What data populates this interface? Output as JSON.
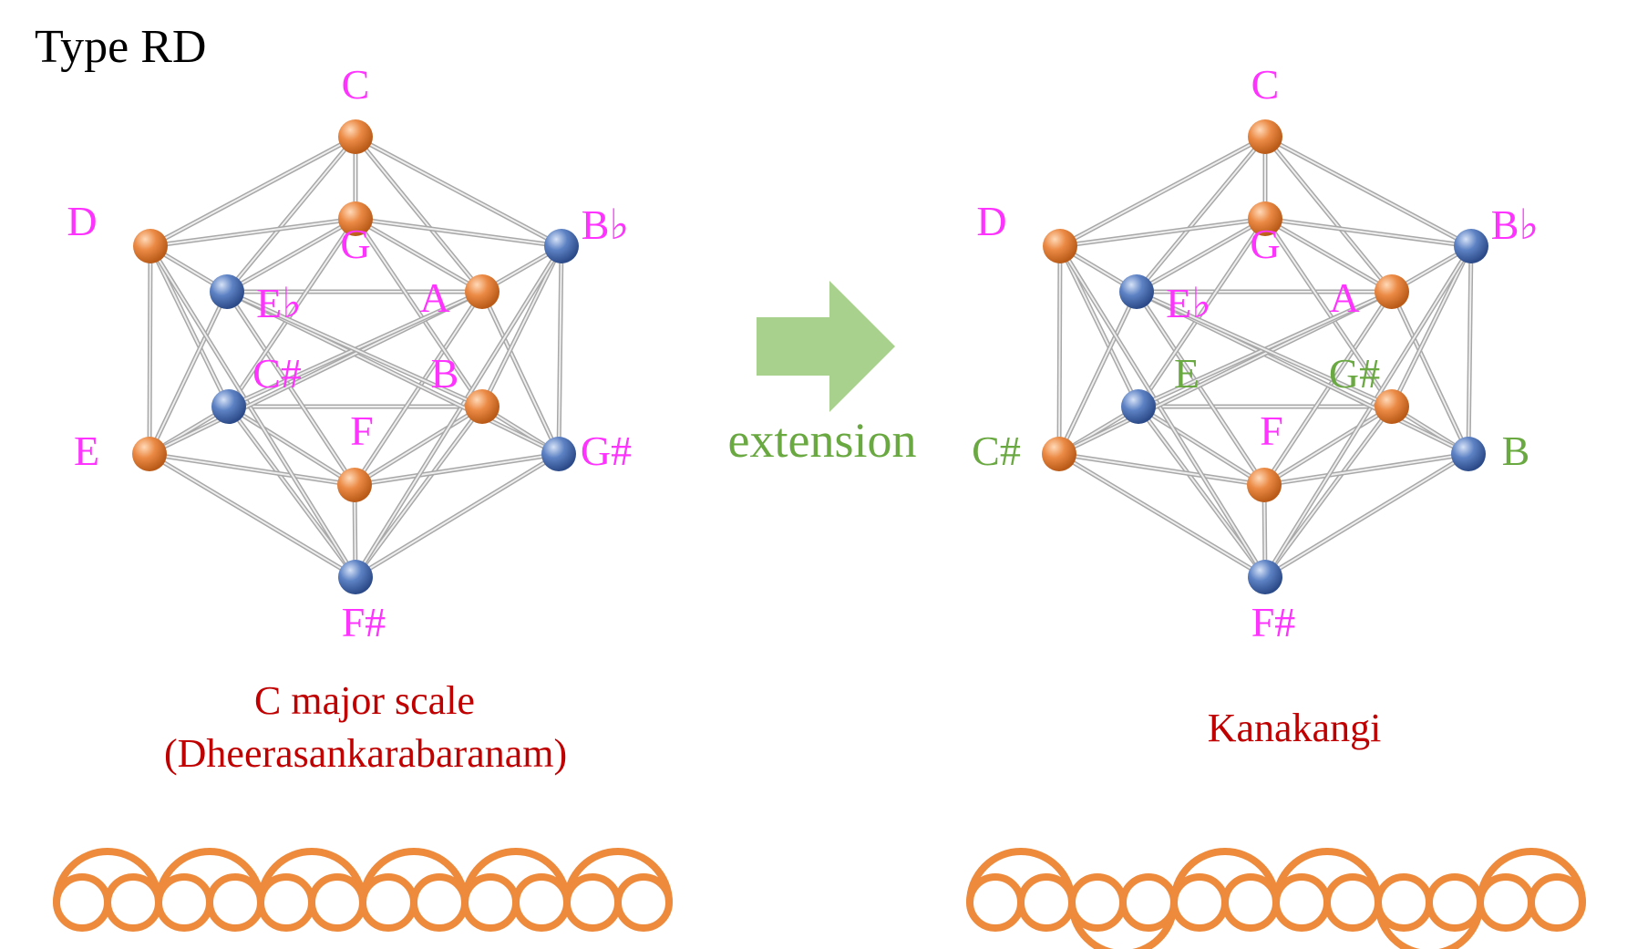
{
  "title": "Type RD",
  "arrow_label": "extension",
  "colors": {
    "pink": "#ff33ff",
    "green": "#6aa842",
    "orange_node": "#e07a30",
    "blue_node": "#4a6fb0",
    "edge": "#a8a8a8",
    "caption": "#c00000",
    "arrow": "#a9d18e",
    "ring": "#ed8a3c"
  },
  "left": {
    "caption_lines": [
      "C major scale",
      "(Dheerasankarabaranam)"
    ],
    "nodes": [
      {
        "id": "C",
        "color": "orange",
        "label": "C",
        "label_color": "pink"
      },
      {
        "id": "D",
        "color": "orange",
        "label": "D",
        "label_color": "pink"
      },
      {
        "id": "Bb",
        "color": "blue",
        "label": "B♭",
        "label_color": "pink"
      },
      {
        "id": "G",
        "color": "orange",
        "label": "G",
        "label_color": "pink"
      },
      {
        "id": "Eb",
        "color": "blue",
        "label": "E♭",
        "label_color": "pink"
      },
      {
        "id": "A",
        "color": "orange",
        "label": "A",
        "label_color": "pink"
      },
      {
        "id": "Cs",
        "color": "blue",
        "label": "C#",
        "label_color": "pink"
      },
      {
        "id": "B",
        "color": "orange",
        "label": "B",
        "label_color": "pink"
      },
      {
        "id": "E",
        "color": "orange",
        "label": "E",
        "label_color": "pink"
      },
      {
        "id": "Gs",
        "color": "blue",
        "label": "G#",
        "label_color": "pink"
      },
      {
        "id": "F",
        "color": "orange",
        "label": "F",
        "label_color": "pink"
      },
      {
        "id": "Fs",
        "color": "blue",
        "label": "F#",
        "label_color": "pink"
      }
    ],
    "rings": {
      "count": 6,
      "pattern": "upper"
    }
  },
  "right": {
    "caption_lines": [
      "Kanakangi"
    ],
    "nodes": [
      {
        "id": "C",
        "color": "orange",
        "label": "C",
        "label_color": "pink"
      },
      {
        "id": "D",
        "color": "orange",
        "label": "D",
        "label_color": "pink"
      },
      {
        "id": "Bb",
        "color": "blue",
        "label": "B♭",
        "label_color": "pink"
      },
      {
        "id": "G",
        "color": "orange",
        "label": "G",
        "label_color": "pink"
      },
      {
        "id": "Eb",
        "color": "blue",
        "label": "E♭",
        "label_color": "pink"
      },
      {
        "id": "A",
        "color": "orange",
        "label": "A",
        "label_color": "pink"
      },
      {
        "id": "Cs",
        "color": "blue",
        "label": "E",
        "label_color": "green"
      },
      {
        "id": "B",
        "color": "orange",
        "label": "G#",
        "label_color": "green"
      },
      {
        "id": "E",
        "color": "orange",
        "label": "C#",
        "label_color": "green"
      },
      {
        "id": "Gs",
        "color": "blue",
        "label": "B",
        "label_color": "green"
      },
      {
        "id": "F",
        "color": "orange",
        "label": "F",
        "label_color": "pink"
      },
      {
        "id": "Fs",
        "color": "blue",
        "label": "F#",
        "label_color": "pink"
      }
    ],
    "rings": {
      "count": 6,
      "pattern": "mixed"
    }
  }
}
